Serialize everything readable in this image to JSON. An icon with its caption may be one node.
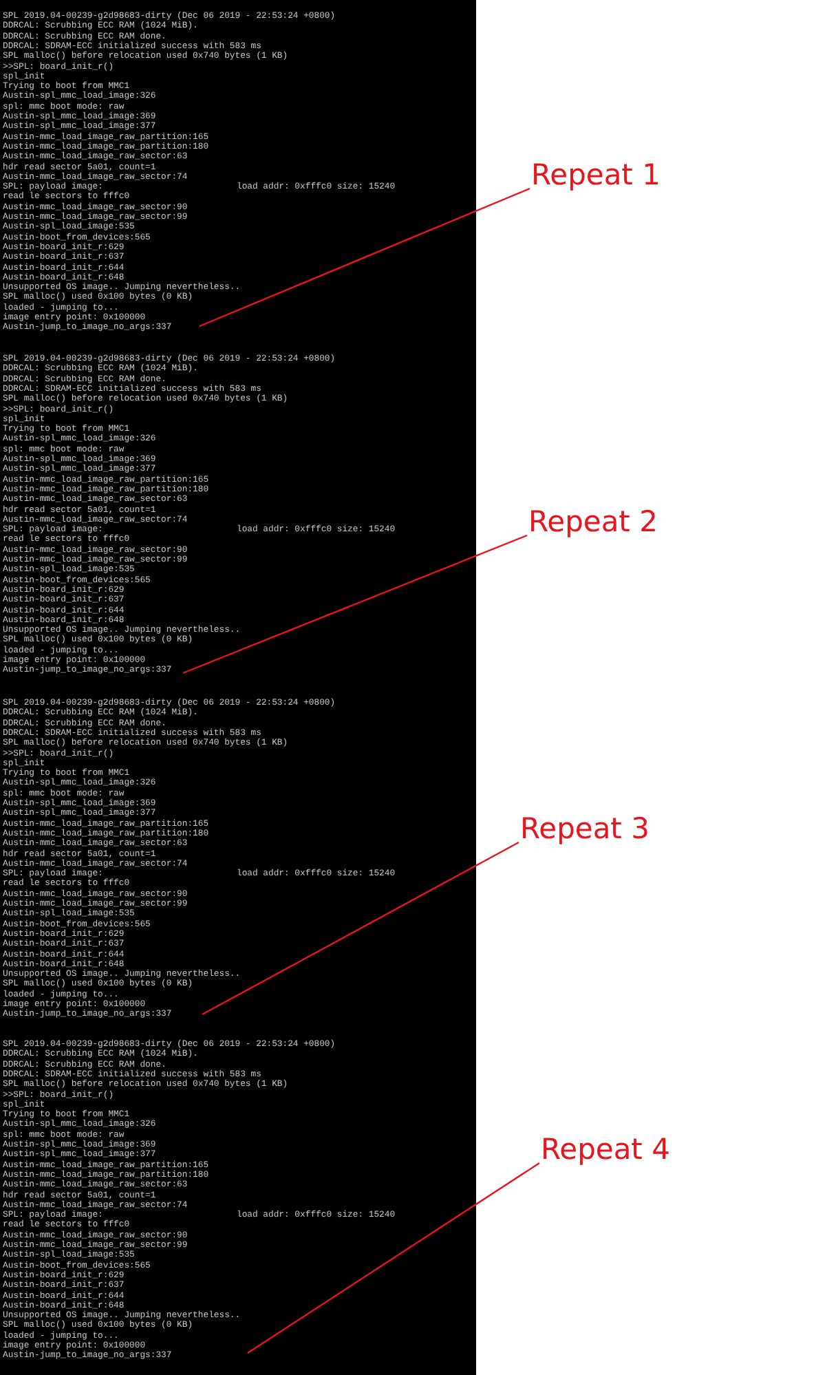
{
  "diagram": {
    "nodes": [
      {
        "text": [
          "Repeat 1"
        ]
      },
      {
        "text": [
          "Repeat 2"
        ]
      },
      {
        "text": [
          "Repeat 3"
        ]
      },
      {
        "text": [
          "Repeat 4"
        ]
      }
    ],
    "edges": [
      {
        "from": 0,
        "to": null,
        "arrow": "none",
        "color": "#e8141e"
      },
      {
        "from": 1,
        "to": null,
        "arrow": "none",
        "color": "#e8141e"
      },
      {
        "from": 2,
        "to": null,
        "arrow": "none",
        "color": "#e8141e"
      },
      {
        "from": 3,
        "to": null,
        "arrow": "none",
        "color": "#e8141e"
      }
    ],
    "labels": [
      "SPL 2019.04-00239-g2d98683-dirty (Dec 06 2019 - 22:53:24 +0800)",
      "DDRCAL: Scrubbing ECC RAM (1024 MiB).",
      "DDRCAL: Scrubbing ECC RAM done.",
      "DDRCAL: SDRAM-ECC initialized success with 583 ms",
      "SPL malloc() before relocation used 0x740 bytes (1 KB)",
      ">>SPL: board_init_r()",
      "spl_init",
      "Trying to boot from MMC1",
      "Austin-spl_mmc_load_image:326",
      "spl: mmc boot mode: raw",
      "Austin-spl_mmc_load_image:369",
      "Austin-spl_mmc_load_image:377",
      "Austin-mmc_load_image_raw_partition:165",
      "Austin-mmc_load_image_raw_partition:180",
      "Austin-mmc_load_image_raw_sector:63",
      "hdr read sector 5a01, count=1",
      "Austin-mmc_load_image_raw_sector:74",
      "SPL: payload image:",
      "load addr: 0xfffc0 size: 15240",
      "read le sectors to fffc0",
      "Austin-mmc_load_image_raw_sector:90",
      "Austin-mmc_load_image_raw_sector:99",
      "Austin-spl_load_image:535",
      "Austin-boot_from_devices:565",
      "Austin-board_init_r:629",
      "Austin-board_init_r:637",
      "Austin-board_init_r:644",
      "Austin-board_init_r:648",
      "Unsupported OS image.. Jumping nevertheless..",
      "SPL malloc() used 0x100 bytes (0 KB)",
      "loaded - jumping to...",
      "image entry point: 0x100000",
      "Austin-jump_to_image_no_args:337",
      "SPL 2019.04-00239-g2d98683-dirty (Dec 06 2019 - 22:53:24 +0800)",
      "DDRCAL: Scrubbing ECC RAM (1024 MiB).",
      "DDRCAL: Scrubbing ECC RAM done.",
      "DDRCAL: SDRAM-ECC initialized success with 583 ms",
      "SPL malloc() before relocation used 0x740 bytes (1 KB)",
      ">>SPL: board_init_r()",
      "spl_init",
      "Trying to boot from MMC1",
      "Austin-spl_mmc_load_image:326",
      "spl: mmc boot mode: raw",
      "Austin-spl_mmc_load_image:369",
      "Austin-spl_mmc_load_image:377",
      "Austin-mmc_load_image_raw_partition:165",
      "Austin-mmc_load_image_raw_partition:180",
      "Austin-mmc_load_image_raw_sector:63",
      "hdr read sector 5a01, count=1",
      "Austin-mmc_load_image_raw_sector:74",
      "SPL: payload image:",
      "load addr: 0xfffc0 size: 15240",
      "read le sectors to fffc0",
      "Austin-mmc_load_image_raw_sector:90",
      "Austin-mmc_load_image_raw_sector:99",
      "Austin-spl_load_image:535",
      "Austin-boot_from_devices:565",
      "Austin-board_init_r:629",
      "Austin-board_init_r:637",
      "Austin-board_init_r:644",
      "Austin-board_init_r:648",
      "Unsupported OS image.. Jumping nevertheless..",
      "SPL malloc() used 0x100 bytes (0 KB)",
      "loaded - jumping to...",
      "image entry point: 0x100000",
      "Austin-jump_to_image_no_args:337",
      "SPL 2019.04-00239-g2d98683-dirty (Dec 06 2019 - 22:53:24 +0800)",
      "DDRCAL: Scrubbing ECC RAM (1024 MiB).",
      "DDRCAL: Scrubbing ECC RAM done.",
      "DDRCAL: SDRAM-ECC initialized success with 583 ms",
      "SPL malloc() before relocation used 0x740 bytes (1 KB)",
      ">>SPL: board_init_r()",
      "spl_init",
      "Trying to boot from MMC1",
      "Austin-spl_mmc_load_image:326",
      "spl: mmc boot mode: raw",
      "Austin-spl_mmc_load_image:369",
      "Austin-spl_mmc_load_image:377",
      "Austin-mmc_load_image_raw_partition:165",
      "Austin-mmc_load_image_raw_partition:180",
      "Austin-mmc_load_image_raw_sector:63",
      "hdr read sector 5a01, count=1",
      "Austin-mmc_load_image_raw_sector:74",
      "SPL: payload image:",
      "load addr: 0xfffc0 size: 15240",
      "read le sectors to fffc0",
      "Austin-mmc_load_image_raw_sector:90",
      "Austin-mmc_load_image_raw_sector:99",
      "Austin-spl_load_image:535",
      "Austin-boot_from_devices:565",
      "Austin-board_init_r:629",
      "Austin-board_init_r:637",
      "Austin-board_init_r:644",
      "Austin-board_init_r:648",
      "Unsupported OS image.. Jumping nevertheless..",
      "SPL malloc() used 0x100 bytes (0 KB)",
      "loaded - jumping to...",
      "image entry point: 0x100000",
      "Austin-jump_to_image_no_args:337",
      "SPL 2019.04-00239-g2d98683-dirty (Dec 06 2019 - 22:53:24 +0800)",
      "DDRCAL: Scrubbing ECC RAM (1024 MiB).",
      "DDRCAL: Scrubbing ECC RAM done.",
      "DDRCAL: SDRAM-ECC initialized success with 583 ms",
      "SPL malloc() before relocation used 0x740 bytes (1 KB)",
      ">>SPL: board_init_r()",
      "spl_init",
      "Trying to boot from MMC1",
      "Austin-spl_mmc_load_image:326",
      "spl: mmc boot mode: raw",
      "Austin-spl_mmc_load_image:369",
      "Austin-spl_mmc_load_image:377",
      "Austin-mmc_load_image_raw_partition:165",
      "Austin-mmc_load_image_raw_partition:180",
      "Austin-mmc_load_image_raw_sector:63",
      "hdr read sector 5a01, count=1",
      "Austin-mmc_load_image_raw_sector:74",
      "SPL: payload image:",
      "load addr: 0xfffc0 size: 15240",
      "read le sectors to fffc0",
      "Austin-mmc_load_image_raw_sector:90",
      "Austin-mmc_load_image_raw_sector:99",
      "Austin-spl_load_image:535",
      "Austin-boot_from_devices:565",
      "Austin-board_init_r:629",
      "Austin-board_init_r:637",
      "Austin-board_init_r:644",
      "Austin-board_init_r:648",
      "Unsupported OS image.. Jumping nevertheless..",
      "SPL malloc() used 0x100 bytes (0 KB)",
      "loaded - jumping to...",
      "image entry point: 0x100000",
      "Austin-jump_to_image_no_args:337"
    ]
  }
}
